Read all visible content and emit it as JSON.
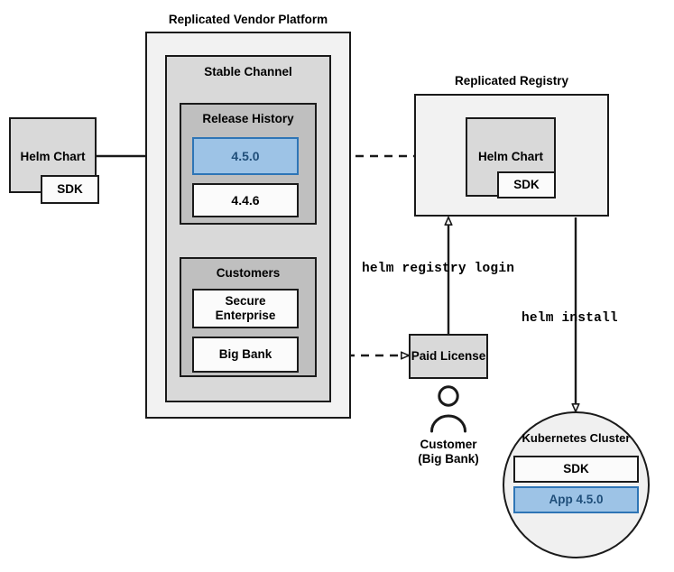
{
  "diagram": {
    "title_vendor_platform": "Replicated Vendor Platform",
    "title_registry": "Replicated Registry",
    "colors": {
      "highlight_blue_fill": "#9dc3e6",
      "highlight_blue_border": "#2e75b6",
      "highlight_blue_text": "#1f4e79",
      "container_light": "#f2f2f2",
      "container_gray": "#d9d9d9",
      "container_gray_dark": "#bfbfbf",
      "box_white": "#fbfbfb",
      "stroke": "#1a1a1a"
    }
  },
  "source_chart": {
    "name": "Helm Chart",
    "sdk": "SDK"
  },
  "vendor_platform": {
    "label": "Replicated Vendor Platform",
    "channel": {
      "label": "Stable Channel",
      "release_history": {
        "label": "Release History",
        "releases": [
          {
            "version": "4.5.0",
            "highlighted": true
          },
          {
            "version": "4.4.6",
            "highlighted": false
          }
        ]
      },
      "customers": {
        "label": "Customers",
        "items": [
          {
            "name": "Secure\nEnterprise"
          },
          {
            "name": "Big Bank"
          }
        ]
      }
    }
  },
  "registry": {
    "label": "Replicated Registry",
    "chart": {
      "name": "Helm Chart",
      "sdk": "SDK"
    }
  },
  "license": {
    "label": "Paid\nLicense"
  },
  "customer_actor": {
    "icon": "person-icon",
    "label": "Customer\n(Big Bank)"
  },
  "cluster": {
    "label": "Kubernetes Cluster",
    "components": [
      {
        "name": "SDK",
        "highlighted": false
      },
      {
        "name": "App 4.5.0",
        "highlighted": true
      }
    ]
  },
  "commands": {
    "registry_login": "helm registry login",
    "install": "helm install"
  },
  "edges": [
    {
      "name": "chart-to-release",
      "style": "solid",
      "arrow": "filled"
    },
    {
      "name": "release-to-registry",
      "style": "dashed",
      "arrow": "filled"
    },
    {
      "name": "bigbank-to-license",
      "style": "dashed",
      "arrow": "open"
    },
    {
      "name": "license-to-registry",
      "style": "solid",
      "arrow": "open"
    },
    {
      "name": "registry-to-cluster",
      "style": "solid",
      "arrow": "open"
    }
  ]
}
